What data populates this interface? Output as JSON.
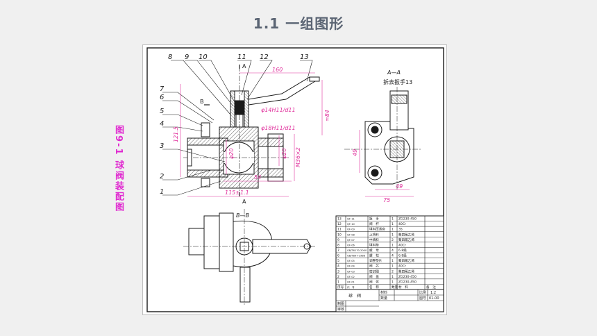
{
  "slide": {
    "title": "1.1  一组图形",
    "caption": "图9-1  球阀装配图"
  },
  "drawing": {
    "balloons": [
      "1",
      "2",
      "3",
      "4",
      "5",
      "6",
      "7",
      "8",
      "9",
      "10",
      "11",
      "12",
      "13"
    ],
    "section_labels": {
      "cut_a_top": "A",
      "cut_a_bottom": "A",
      "cut_b": "B",
      "view_aa": "A—A",
      "view_aa_note": "拆去扳手13",
      "view_bb": "B—B"
    },
    "dimensions": {
      "d160": "160",
      "d84": "≈84",
      "d121_5": "121.5",
      "d_phi14": "φ14H11/d11",
      "d_phi18": "φ18H11/d11",
      "d_phi20": "φ20",
      "d_m36": "M36×2",
      "d_phi20b": "φ20",
      "d54": "54",
      "d115": "115±1.1",
      "d49a": "49",
      "d49b": "49",
      "d75": "75"
    }
  },
  "bom": {
    "rows": [
      {
        "no": "13",
        "code": "QF-11",
        "name": "扳　手",
        "qty": "1",
        "material": "ZG230-450",
        "note": ""
      },
      {
        "no": "12",
        "code": "QF-10",
        "name": "阀　杆",
        "qty": "1",
        "material": "40Cr",
        "note": ""
      },
      {
        "no": "11",
        "code": "QF-09",
        "name": "填料压紧套",
        "qty": "1",
        "material": "35",
        "note": ""
      },
      {
        "no": "10",
        "code": "QF-08",
        "name": "上填料",
        "qty": "1",
        "material": "聚四氟乙烯",
        "note": ""
      },
      {
        "no": "9",
        "code": "QF-07",
        "name": "中填料",
        "qty": "2",
        "material": "聚四氟乙烯",
        "note": ""
      },
      {
        "no": "8",
        "code": "QF-06",
        "name": "填料垫",
        "qty": "1",
        "material": "40Cr",
        "note": ""
      },
      {
        "no": "7",
        "code": "GB/T6170-2000",
        "name": "螺　母",
        "qty": "4",
        "material": "6.8级",
        "note": ""
      },
      {
        "no": "6",
        "code": "GB/T897-1988",
        "name": "螺　柱",
        "qty": "4",
        "material": "6.8级",
        "note": ""
      },
      {
        "no": "5",
        "code": "QF-05",
        "name": "调整垫片",
        "qty": "1",
        "material": "聚四氟乙烯",
        "note": ""
      },
      {
        "no": "4",
        "code": "QF-04",
        "name": "阀　芯",
        "qty": "1",
        "material": "40Cr",
        "note": ""
      },
      {
        "no": "3",
        "code": "QF-03",
        "name": "密封圈",
        "qty": "2",
        "material": "聚四氟乙烯",
        "note": ""
      },
      {
        "no": "2",
        "code": "QF-02",
        "name": "阀　盖",
        "qty": "1",
        "material": "ZG230-450",
        "note": ""
      },
      {
        "no": "1",
        "code": "QF-01",
        "name": "阀　体",
        "qty": "1",
        "material": "ZG230-450",
        "note": ""
      }
    ],
    "header": {
      "no": "序号",
      "code": "代　号",
      "name": "名　称",
      "qty": "数量",
      "material": "材　料",
      "note": "备　注"
    },
    "title_block": {
      "name": "球　阀",
      "material_label": "材料",
      "quantity_label": "数量",
      "scale_label": "比例",
      "scale_value": "1:2",
      "figno_label": "图号",
      "figno_value": "01-00",
      "drawer_label": "制图",
      "checker_label": "审核"
    }
  },
  "colors": {
    "accent": "#e02bd0",
    "dimension": "#e0309c",
    "title": "#5a6473",
    "line": "#1a1a1a"
  }
}
